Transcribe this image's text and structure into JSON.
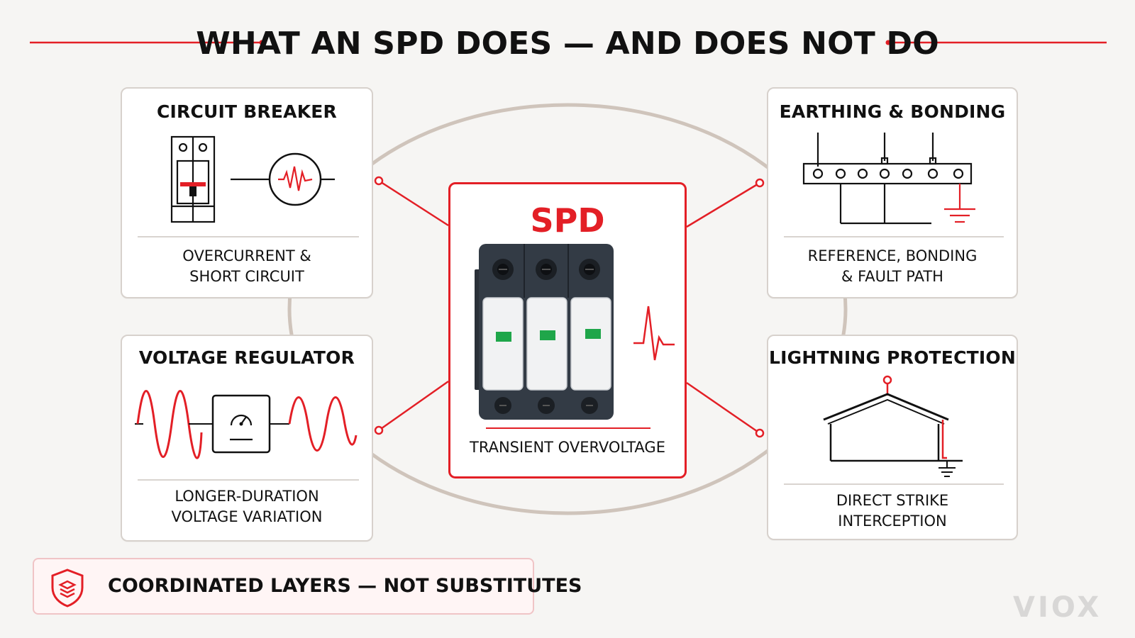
{
  "title": "WHAT AN SPD DOES — AND DOES NOT DO",
  "center": {
    "label": "SPD",
    "description": "TRANSIENT OVERVOLTAGE"
  },
  "cards": {
    "circuit_breaker": {
      "title": "CIRCUIT BREAKER",
      "desc_line1": "OVERCURRENT &",
      "desc_line2": "SHORT CIRCUIT"
    },
    "voltage_regulator": {
      "title": "VOLTAGE REGULATOR",
      "desc_line1": "LONGER-DURATION",
      "desc_line2": "VOLTAGE VARIATION"
    },
    "earthing_bonding": {
      "title": "EARTHING & BONDING",
      "desc_line1": "REFERENCE, BONDING",
      "desc_line2": "& FAULT PATH"
    },
    "lightning_protection": {
      "title": "LIGHTNING PROTECTION",
      "desc_line1": "DIRECT STRIKE",
      "desc_line2": "INTERCEPTION"
    }
  },
  "footer": {
    "text": "COORDINATED LAYERS — NOT SUBSTITUTES",
    "icon": "shield-layers-icon"
  },
  "brand": {
    "logo_text": "VIOX"
  },
  "colors": {
    "accent": "#e31f26",
    "background": "#f6f5f3",
    "card_border": "#d7d1cc",
    "ring": "#cfc4bb",
    "device_body": "#333b45",
    "indicator": "#1fa64a"
  }
}
